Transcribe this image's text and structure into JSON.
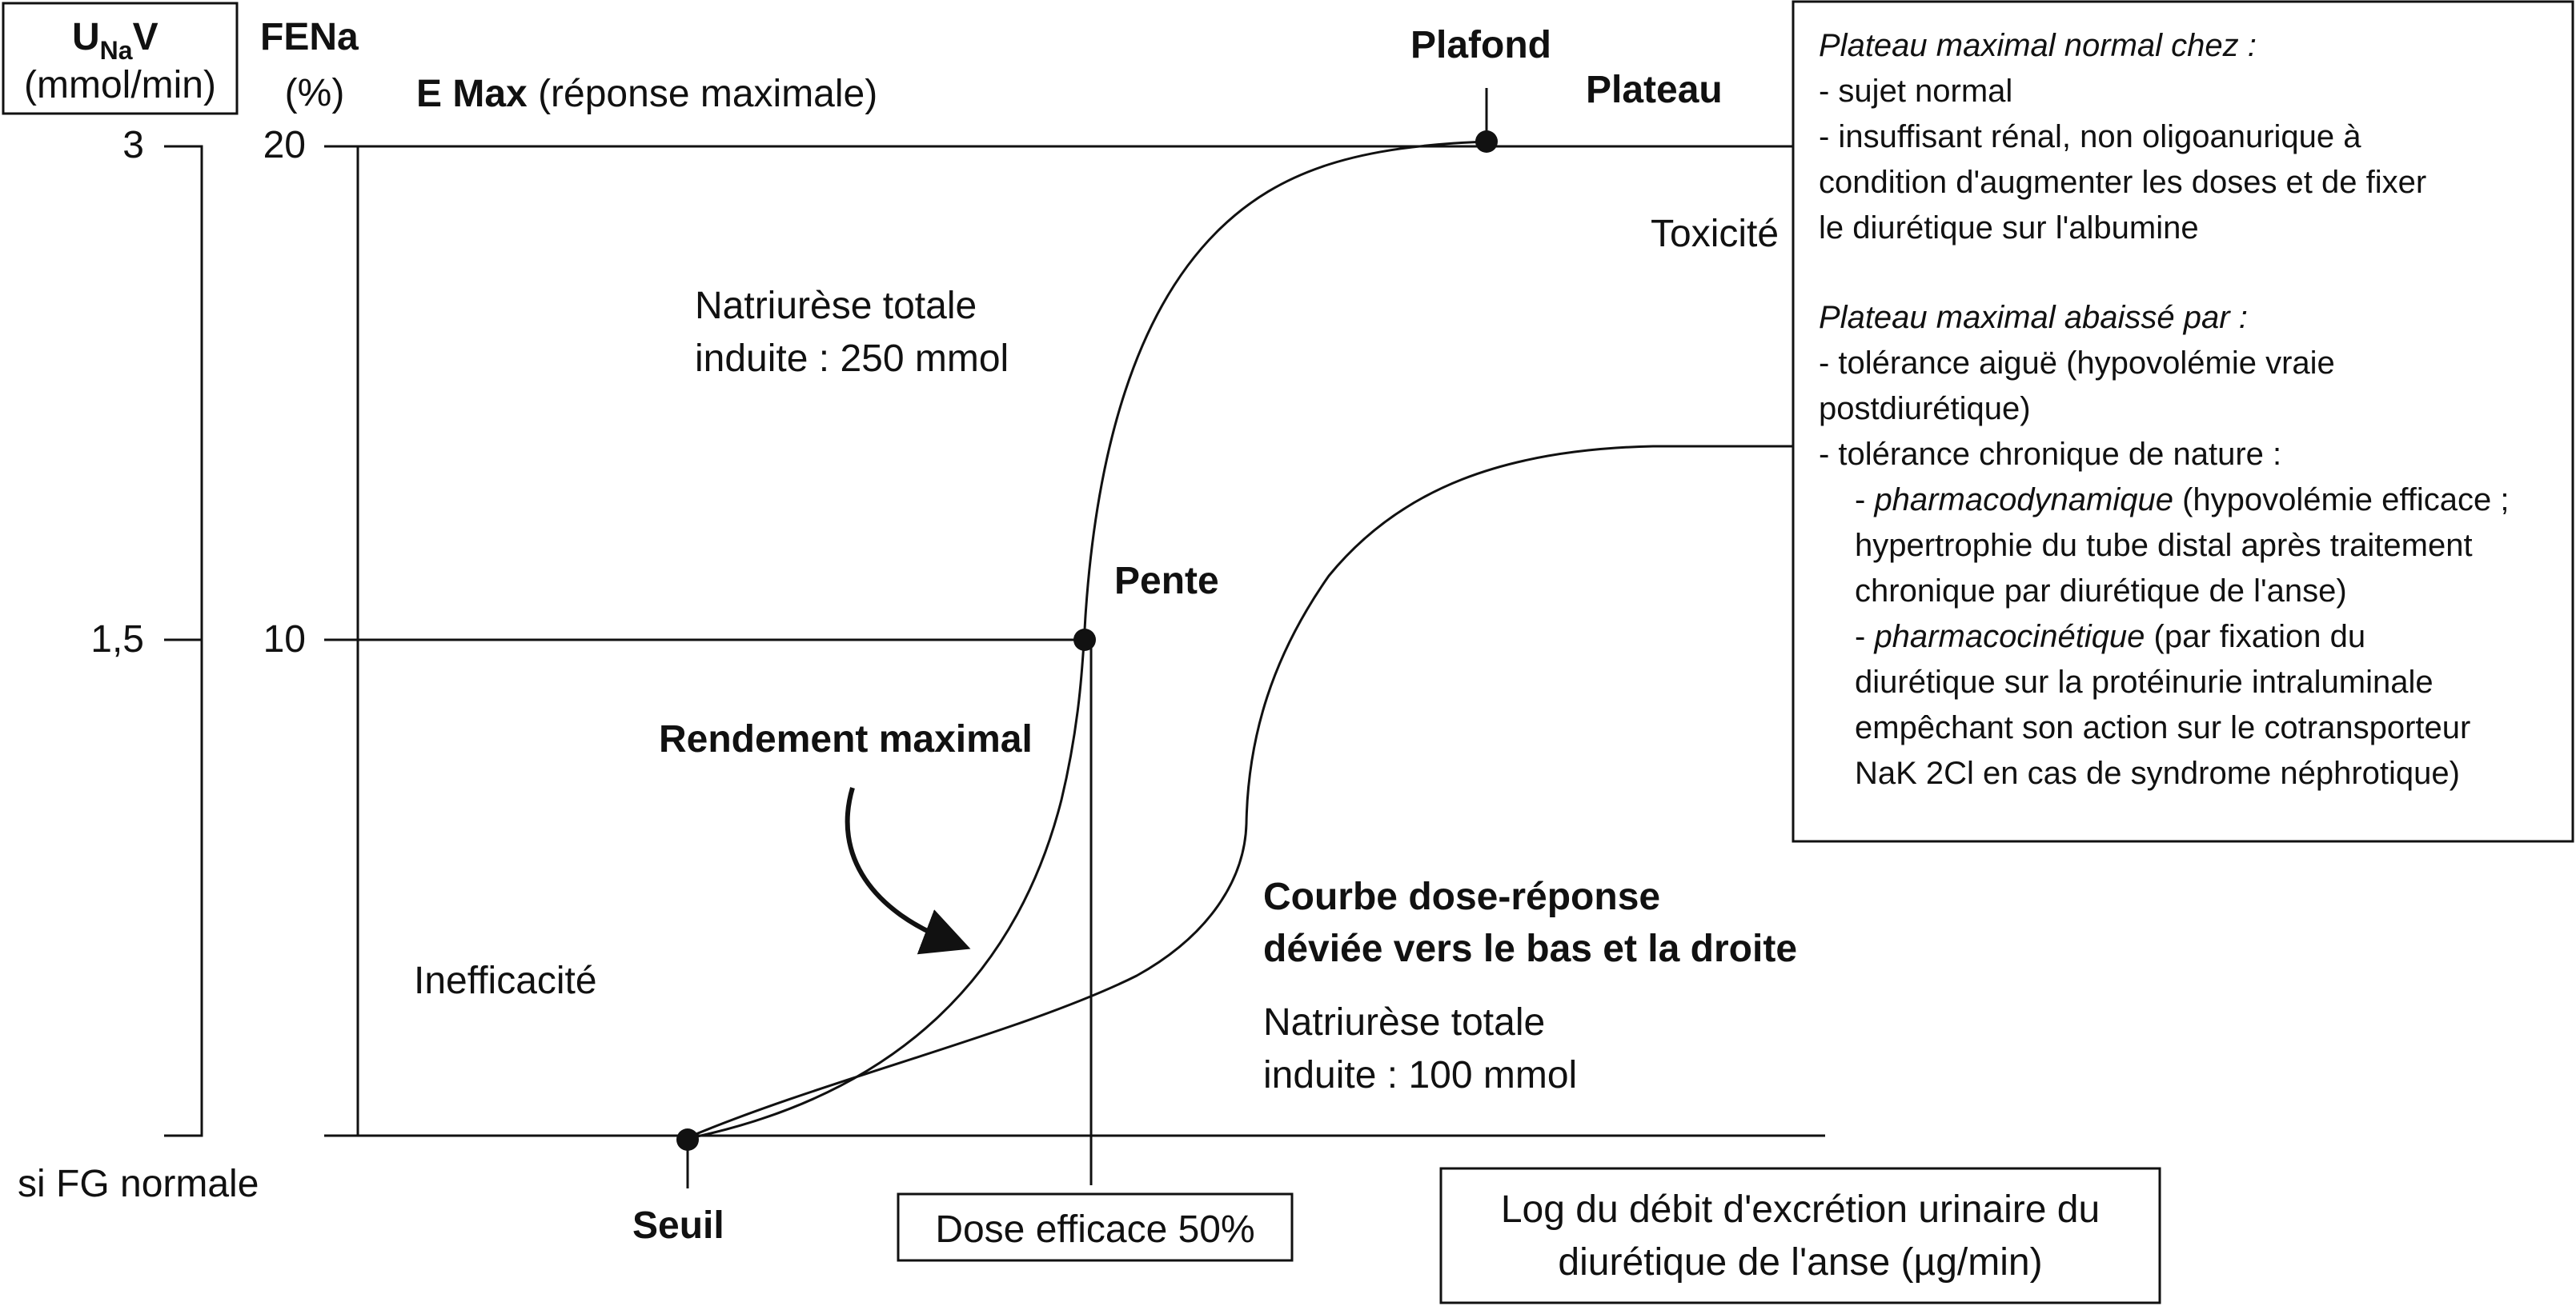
{
  "axes": {
    "left_title_main": "U",
    "left_title_sub": "Na",
    "left_title_end": "V",
    "left_unit": "(mmol/min)",
    "left_ticks": [
      "3",
      "1,5"
    ],
    "left_note": "si FG normale",
    "right_title": "FENa",
    "right_unit": "(%)",
    "right_ticks": [
      "20",
      "10"
    ],
    "x_label_line1": "Log du débit d'excrétion urinaire du",
    "x_label_line2": "diurétique de l'anse (µg/min)"
  },
  "labels": {
    "emax_bold": "E Max",
    "emax_rest": " (réponse maximale)",
    "plafond": "Plafond",
    "plateau": "Plateau",
    "toxicite": "Toxicité",
    "natriurese1_line1": "Natriurèse totale",
    "natriurese1_line2": "induite : 250 mmol",
    "pente": "Pente",
    "rendement": "Rendement maximal",
    "inefficacite": "Inefficacité",
    "seuil": "Seuil",
    "dose_efficace": "Dose efficace 50%",
    "courbe_line1": "Courbe dose-réponse",
    "courbe_line2": "déviée vers le bas  et la droite",
    "natriurese2_line1": "Natriurèse totale",
    "natriurese2_line2": "induite : 100 mmol"
  },
  "infobox": {
    "h1": "Plateau maximal normal chez :",
    "l1": "- sujet normal",
    "l2": "- insuffisant rénal, non oligoanurique à",
    "l3": "condition d'augmenter les doses et de fixer",
    "l4": "le diurétique sur l'albumine",
    "h2": "Plateau maximal abaissé par :",
    "l5": "- tolérance aiguë (hypovolémie vraie",
    "l6": "postdiurétique)",
    "l7": "- tolérance chronique de nature :",
    "l8_dash": "- ",
    "l8_it": "pharmacodynamique",
    "l8_rest": " (hypovolémie efficace ;",
    "l9": "hypertrophie du tube distal après traitement",
    "l10": "chronique par diurétique de l'anse)",
    "l11_dash": "- ",
    "l11_it": "pharmacocinétique",
    "l11_rest": " (par fixation du",
    "l12": "diurétique sur la protéinurie intraluminale",
    "l13": "empêchant son action sur le cotransporteur",
    "l14": "NaK 2Cl en cas de syndrome néphrotique)"
  }
}
